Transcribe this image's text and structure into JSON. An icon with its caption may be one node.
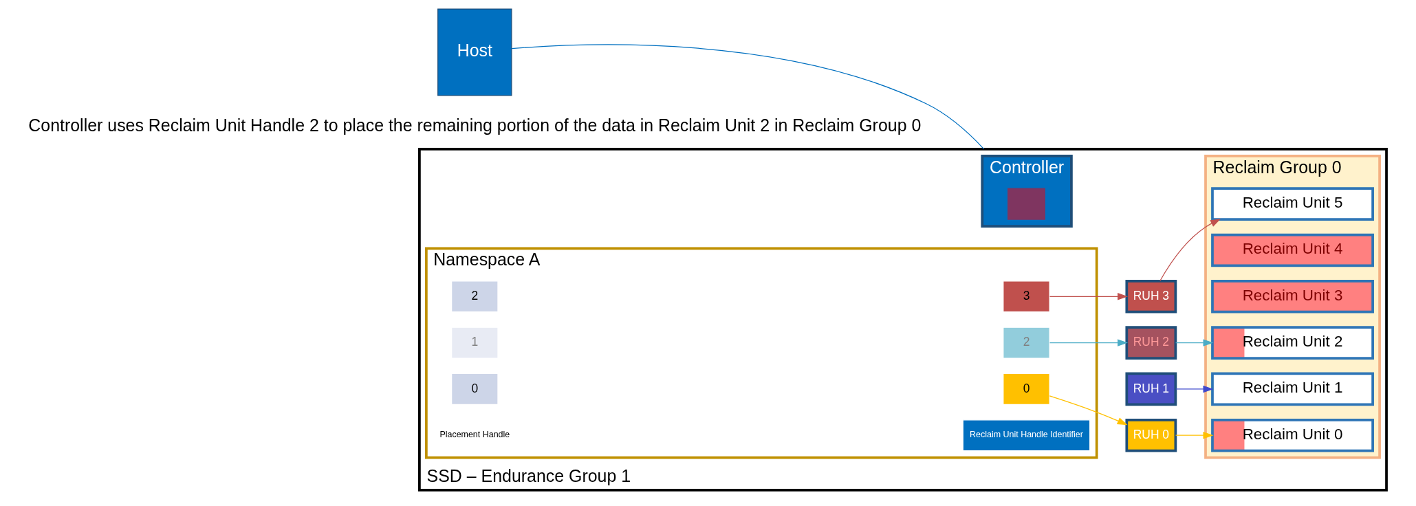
{
  "diagram": {
    "nodes": [
      {
        "text": [
          "Host"
        ]
      },
      {
        "text": [
          "SSD – Endurance Group 1"
        ]
      },
      {
        "text": [
          "Controller"
        ],
        "in": 1
      },
      {
        "text": [],
        "shape": "box",
        "in": 2
      },
      {
        "text": [
          "Namespace A"
        ],
        "in": 1
      },
      {
        "text": [
          "Placement Handle"
        ],
        "in": 4
      },
      {
        "text": [
          "Reclaim Unit Handle Identifier"
        ],
        "in": 4
      },
      {
        "text": [
          "0"
        ],
        "in": 4
      },
      {
        "text": [
          "0"
        ],
        "in": 4
      },
      {
        "text": [
          "1"
        ],
        "in": 4
      },
      {
        "text": [
          "2"
        ],
        "in": 4
      },
      {
        "text": [
          "2"
        ],
        "in": 4
      },
      {
        "text": [
          "3"
        ],
        "in": 4
      },
      {
        "text": [
          "RUH 0"
        ],
        "in": 1
      },
      {
        "text": [
          "RUH 1"
        ],
        "in": 1
      },
      {
        "text": [
          "RUH 2"
        ],
        "in": 1
      },
      {
        "text": [
          "RUH 3"
        ],
        "in": 1
      },
      {
        "text": [
          "Reclaim Group 0"
        ],
        "in": 1
      },
      {
        "text": [
          "Reclaim Unit 0"
        ],
        "in": 17
      },
      {
        "text": [
          "Reclaim Unit 1"
        ],
        "in": 17
      },
      {
        "text": [
          "Reclaim Unit 2"
        ],
        "in": 17
      },
      {
        "text": [
          "Reclaim Unit 3"
        ],
        "in": 17
      },
      {
        "text": [
          "Reclaim Unit 4"
        ],
        "in": 17
      },
      {
        "text": [
          "Reclaim Unit 5"
        ],
        "in": 17
      }
    ],
    "edges": [
      {
        "from": 0,
        "to": 1,
        "arrow": "none",
        "color": "#0070c0"
      },
      {
        "from": 8,
        "to": 13,
        "arrow": "to",
        "color": "#ffc000"
      },
      {
        "from": 10,
        "to": 15,
        "arrow": "to",
        "color": "#4bacc6"
      },
      {
        "from": 12,
        "to": 16,
        "arrow": "to",
        "color": "#c0504d"
      },
      {
        "from": 13,
        "to": 18,
        "arrow": "to",
        "color": "#ffc000"
      },
      {
        "from": 14,
        "to": 19,
        "arrow": "to",
        "color": "#3f48cc"
      },
      {
        "from": 15,
        "to": 20,
        "arrow": "to",
        "color": "#4bacc6"
      },
      {
        "from": 16,
        "to": 23,
        "arrow": "to",
        "color": "#c0504d"
      }
    ],
    "labels": [
      "Controller uses Reclaim Unit Handle 2 to place the remaining portion of the data in Reclaim Unit 2 in Reclaim Group 0"
    ]
  }
}
